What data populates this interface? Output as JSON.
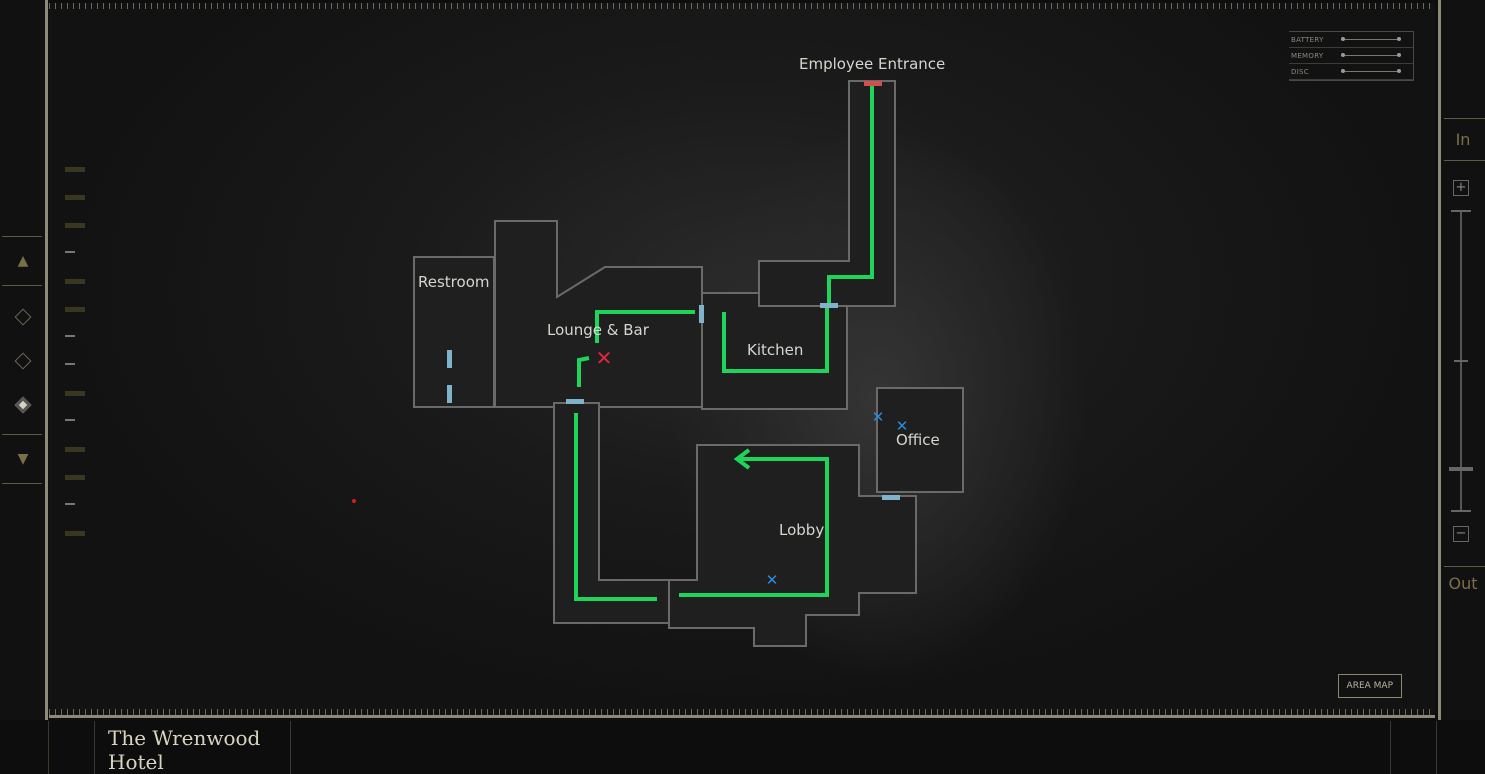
{
  "title": "The Wrenwood Hotel",
  "status": [
    {
      "label": "BATTERY"
    },
    {
      "label": "MEMORY"
    },
    {
      "label": "DISC"
    }
  ],
  "rooms": {
    "employee_entrance": "Employee Entrance",
    "restroom": "Restroom",
    "lounge": "Lounge & Bar",
    "kitchen": "Kitchen",
    "office": "Office",
    "lobby": "Lobby"
  },
  "zoom": {
    "in_label": "In",
    "out_label": "Out",
    "plus": "+",
    "minus": "−",
    "level": 0.14
  },
  "area_map_label": "AREA MAP",
  "colors": {
    "path": "#1ed45a",
    "door": "#7fb3cc",
    "exit": "#d05050",
    "marker_red": "#e0283c",
    "marker_blue": "#2a8ae0",
    "frame": "#8d8a78"
  }
}
